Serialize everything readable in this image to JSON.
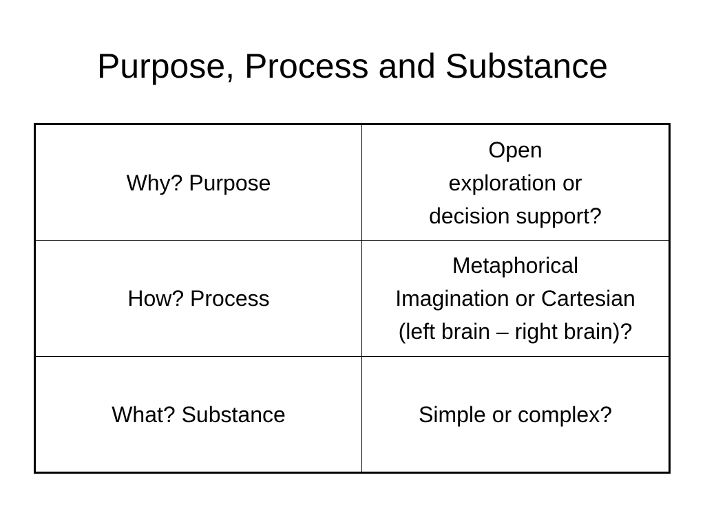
{
  "slide": {
    "title": "Purpose, Process and Substance"
  },
  "table": {
    "rows": [
      {
        "question": "Why? Purpose",
        "answer": "Open\nexploration or\ndecision support?"
      },
      {
        "question": "How? Process",
        "answer": "Metaphorical\nImagination or Cartesian\n(left brain – right brain)?"
      },
      {
        "question": "What? Substance",
        "answer": "Simple or complex?"
      }
    ]
  }
}
